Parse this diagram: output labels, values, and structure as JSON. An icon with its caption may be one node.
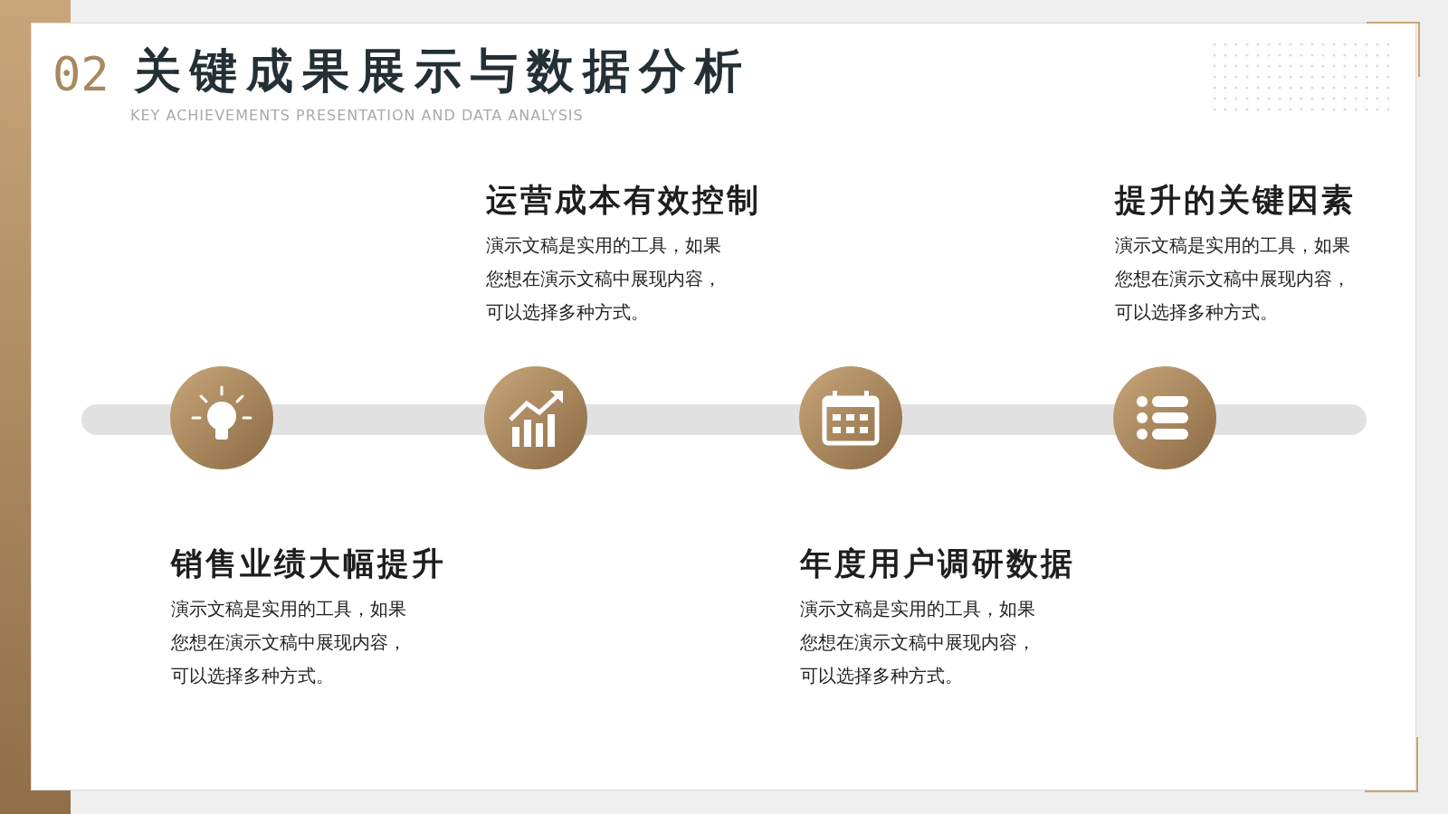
{
  "diagram": {
    "title": "关键成果展示与数据分析",
    "nodes": [
      {
        "text": [
          "销售业绩大幅提升",
          "演示文稿是实用的工具，如果您想在演示文稿中展现内容，可以选择多种方式。"
        ]
      },
      {
        "text": [
          "运营成本有效控制",
          "演示文稿是实用的工具，如果您想在演示文稿中展现内容，可以选择多种方式。"
        ]
      },
      {
        "text": [
          "年度用户调研数据",
          "演示文稿是实用的工具，如果您想在演示文稿中展现内容，可以选择多种方式。"
        ]
      },
      {
        "text": [
          "提升的关键因素",
          "演示文稿是实用的工具，如果您想在演示文稿中展现内容，可以选择多种方式。"
        ]
      },
      {
        "text": [],
        "shape": "bar"
      }
    ],
    "labels": [
      "02",
      "KEY ACHIEVEMENTS PRESENTATION AND DATA ANALYSIS"
    ]
  }
}
